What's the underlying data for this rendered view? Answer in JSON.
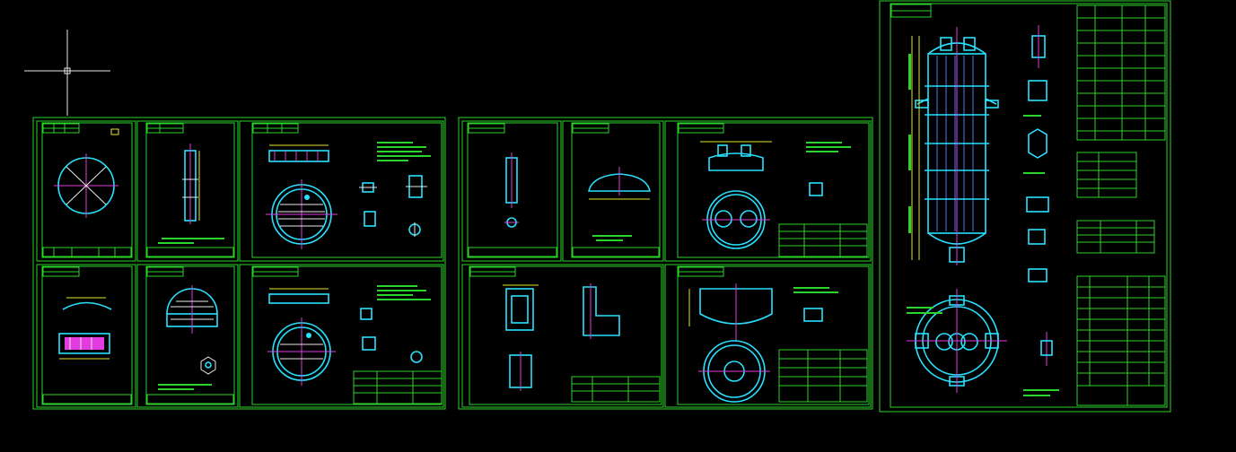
{
  "colors": {
    "background": "#000000",
    "frame": "#2bd52b",
    "object": "#29e0ff",
    "center_line": "#e23be2",
    "crosshair": "#e8e8e8",
    "dimension": "#e6e62a"
  },
  "icons": [
    "crosshair-cursor-icon"
  ],
  "sheet_groups": [
    {
      "name": "group-left",
      "sheets": 6
    },
    {
      "name": "group-middle",
      "sheets": 6
    },
    {
      "name": "assembly",
      "sheets": 1
    }
  ]
}
